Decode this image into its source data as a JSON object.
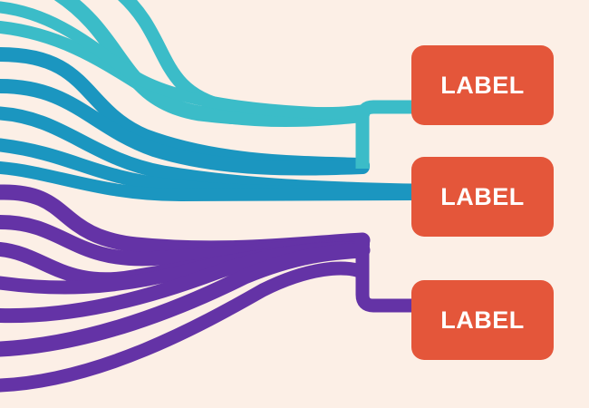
{
  "colors": {
    "background": "#fcefe6",
    "label_fill": "#e4563a",
    "label_text": "#ffffff",
    "teal": "#3bbcc8",
    "blue": "#1b96c0",
    "purple": "#6433a6"
  },
  "diagram": {
    "labels": [
      {
        "id": "label-1",
        "text": "LABEL"
      },
      {
        "id": "label-2",
        "text": "LABEL"
      },
      {
        "id": "label-3",
        "text": "LABEL"
      }
    ]
  }
}
